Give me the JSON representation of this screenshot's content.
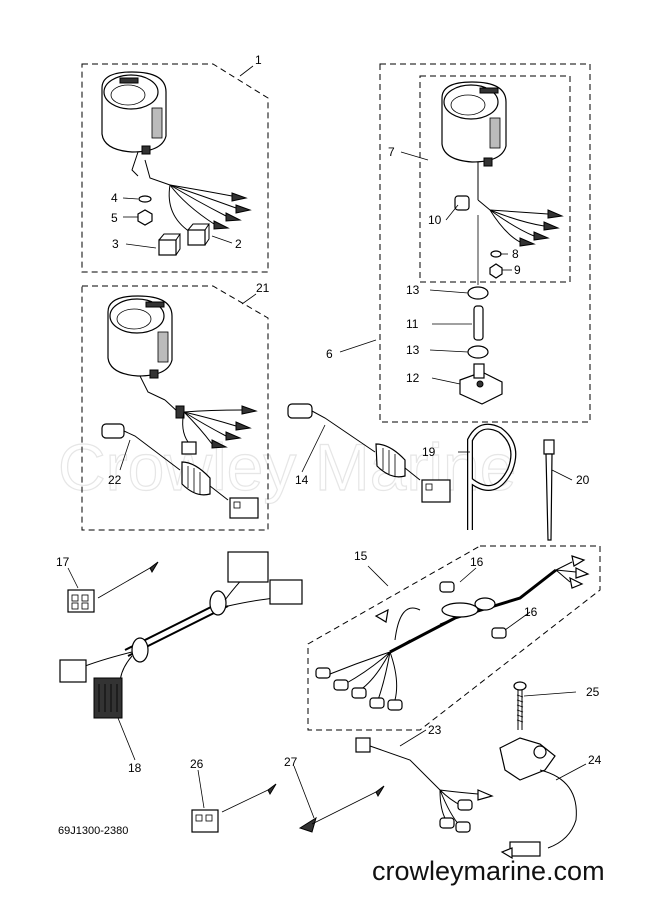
{
  "watermark": "Crowley Marine",
  "site_caption": "crowleymarine.com",
  "diagram_code": "69J1300-2380",
  "callouts": {
    "c1": "1",
    "c2": "2",
    "c3": "3",
    "c4": "4",
    "c5": "5",
    "c6": "6",
    "c7": "7",
    "c8": "8",
    "c9": "9",
    "c10": "10",
    "c11": "11",
    "c12": "12",
    "c13a": "13",
    "c13b": "13",
    "c14": "14",
    "c15": "15",
    "c16a": "16",
    "c16b": "16",
    "c17": "17",
    "c18": "18",
    "c19": "19",
    "c20": "20",
    "c21": "21",
    "c22": "22",
    "c23": "23",
    "c24": "24",
    "c25": "25",
    "c26": "26",
    "c27": "27"
  }
}
